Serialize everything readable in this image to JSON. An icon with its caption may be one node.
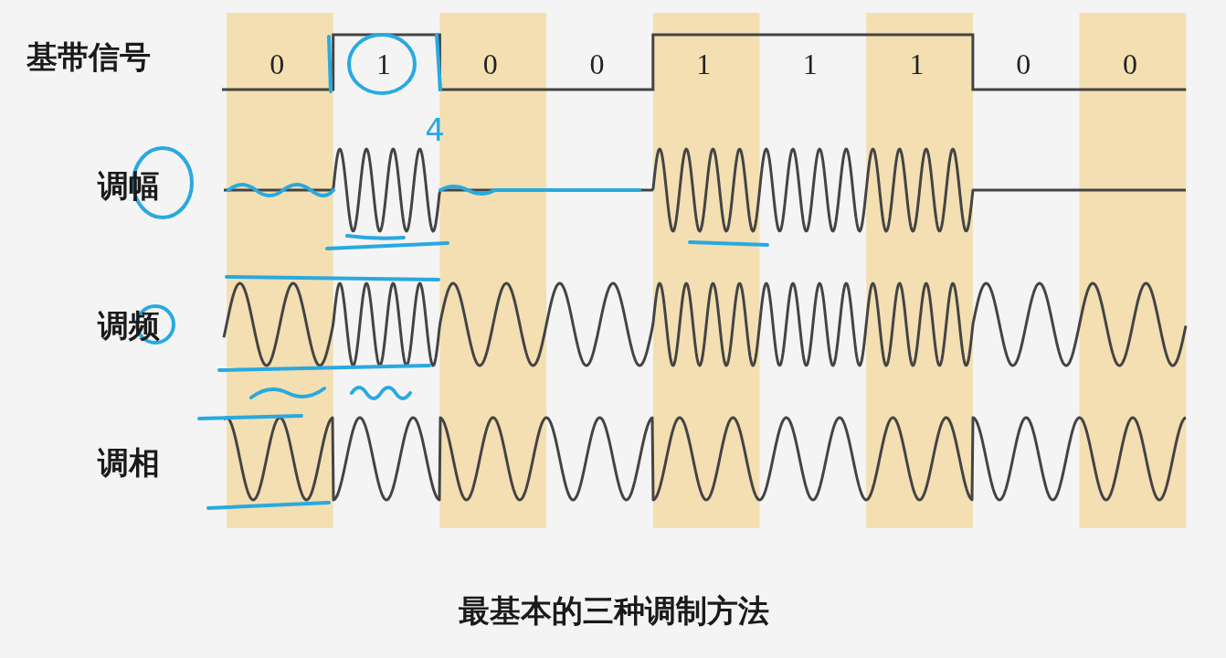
{
  "diagram": {
    "caption": "最基本的三种调制方法",
    "labels": [
      "基带信号",
      "0",
      "1",
      "0",
      "0",
      "1",
      "1",
      "1",
      "0",
      "0",
      "4",
      "调幅",
      "调频",
      "调相"
    ]
  }
}
